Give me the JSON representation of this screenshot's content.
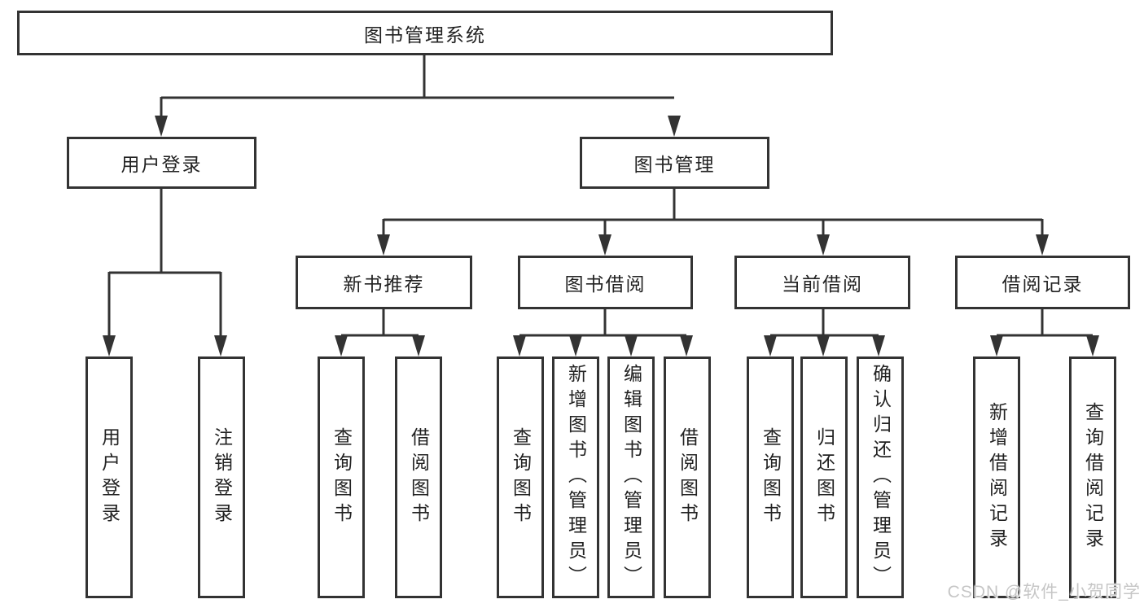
{
  "diagram": {
    "root": {
      "label": "图书管理系统"
    },
    "level2": [
      {
        "label": "用户登录"
      },
      {
        "label": "图书管理"
      }
    ],
    "level3": [
      {
        "label": "新书推荐"
      },
      {
        "label": "图书借阅"
      },
      {
        "label": "当前借阅"
      },
      {
        "label": "借阅记录"
      }
    ],
    "leaves": {
      "user_login": [
        {
          "label": "用户登录"
        },
        {
          "label": "注销登录"
        }
      ],
      "new_book": [
        {
          "label": "查询图书"
        },
        {
          "label": "借阅图书"
        }
      ],
      "book_borrow": [
        {
          "label": "查询图书"
        },
        {
          "label": "新增图书（管理员）"
        },
        {
          "label": "编辑图书（管理员）"
        },
        {
          "label": "借阅图书"
        }
      ],
      "current_borrow": [
        {
          "label": "查询图书"
        },
        {
          "label": "归还图书"
        },
        {
          "label": "确认归还（管理员）"
        }
      ],
      "borrow_record": [
        {
          "label": "新增借阅记录"
        },
        {
          "label": "查询借阅记录"
        }
      ]
    },
    "colors": {
      "line": "#333333",
      "text": "#222222",
      "watermark": "#c6c6c6"
    }
  },
  "watermark": {
    "text": "CSDN @软件_小贺同学"
  }
}
